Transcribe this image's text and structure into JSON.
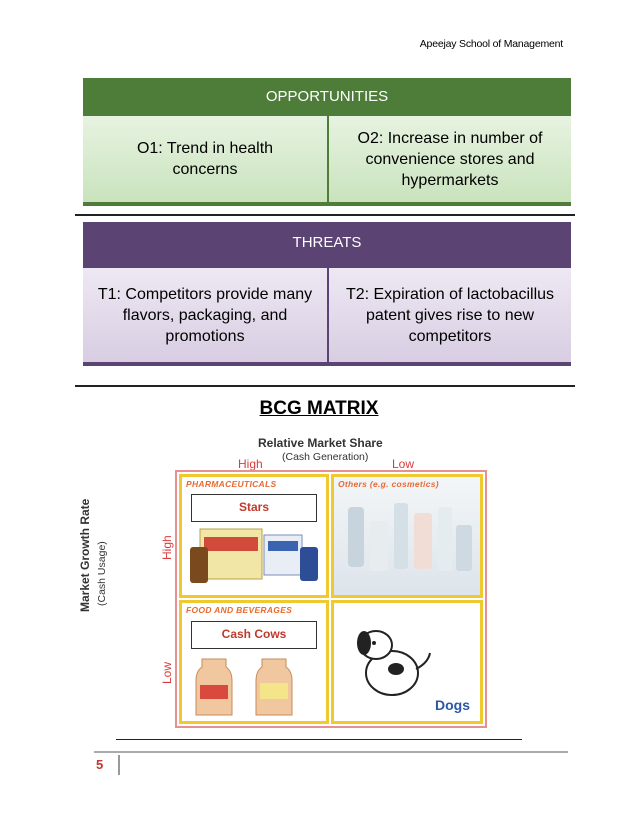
{
  "header": {
    "text": "Apeejay School of Management"
  },
  "opportunities": {
    "title": "OPPORTUNITIES",
    "o1": "O1: Trend in health concerns",
    "o2": "O2: Increase in number of convenience stores and hypermarkets"
  },
  "threats": {
    "title": "THREATS",
    "t1": "T1: Competitors provide many flavors, packaging, and promotions",
    "t2": "T2: Expiration of lactobacillus patent gives rise to new competitors"
  },
  "bcg": {
    "title": "BCG MATRIX",
    "x_axis": "Relative Market Share",
    "x_axis_sub": "(Cash Generation)",
    "y_axis": "Market Growth Rate",
    "y_axis_sub": "(Cash Usage)",
    "high": "High",
    "low": "Low",
    "q1_label": "PHARMACEUTICALS",
    "q2_label": "Others (e.g. cosmetics)",
    "q3_label": "FOOD AND BEVERAGES",
    "stars": "Stars",
    "cash_cows": "Cash Cows",
    "dogs": "Dogs"
  },
  "footer": {
    "page": "5"
  }
}
